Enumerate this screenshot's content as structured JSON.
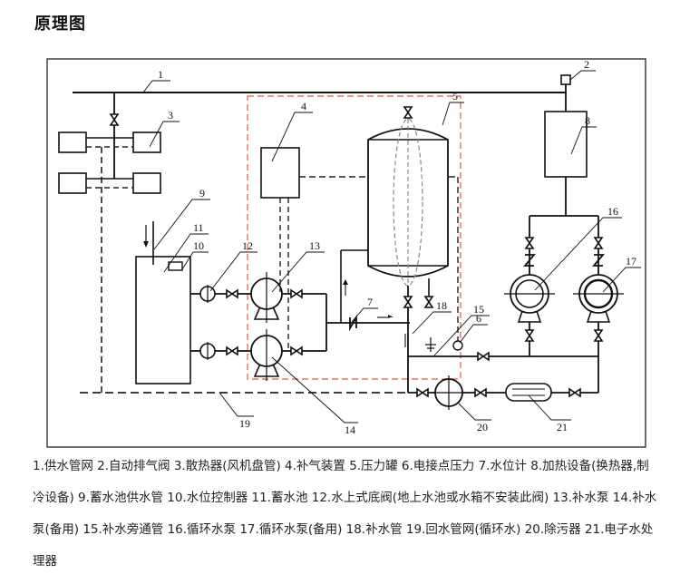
{
  "title": "原理图",
  "labels": {
    "l1": "1",
    "l2": "2",
    "l3": "3",
    "l4": "4",
    "l5": "5",
    "l6": "6",
    "l7": "7",
    "l8": "8",
    "l9": "9",
    "l10": "10",
    "l11": "11",
    "l12": "12",
    "l13": "13",
    "l14": "14",
    "l15": "15",
    "l16": "16",
    "l17": "17",
    "l18": "18",
    "l19": "19",
    "l20": "20",
    "l21": "21"
  },
  "legend": [
    "1.供水管网",
    "2.自动排气阀",
    "3.散热器(风机盘管)",
    "4.补气装置",
    "5.压力罐",
    "6.电接点压力",
    "7.水位计",
    "8.加热设备(换热器,制冷设备)",
    "9.蓄水池供水管",
    "10.水位控制器",
    "11.蓄水池",
    "12.水上式底阀(地上水池或水箱不安装此阀)",
    "13.补水泵",
    "14.补水泵(备用)",
    "15.补水旁通管",
    "16.循环水泵",
    "17.循环水泵(备用)",
    "18.补水管",
    "19.回水管网(循环水)",
    "20.除污器",
    "21.电子水处理器"
  ],
  "legend_text": "1.供水管网 2.自动排气阀 3.散热器(风机盘管) 4.补气装置 5.压力罐 6.电接点压力 7.水位计 8.加热设备(换热器,制冷设备) 9.蓄水池供水管 10.水位控制器 11.蓄水池 12.水上式底阀(地上水池或水箱不安装此阀) 13.补水泵 14.补水泵(备用) 15.补水旁通管 16.循环水泵 17.循环水泵(备用) 18.补水管 19.回水管网(循环水) 20.除污器 21.电子水处理器",
  "colors": {
    "line": "#111111",
    "frame": "#333333",
    "highlight": "#e8735c",
    "dashed": "#222222"
  }
}
